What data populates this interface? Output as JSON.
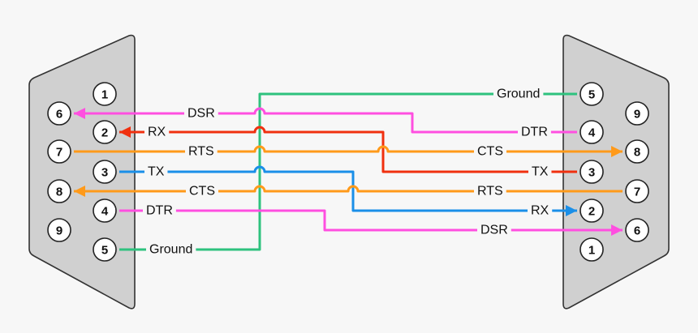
{
  "colors": {
    "background": "#f7f7f7",
    "connector_fill": "#d0d0d0",
    "connector_stroke": "#333333",
    "ground": "#2ec27e",
    "dsr_dtr": "#ff4fe0",
    "rx_tx": "#f0300f",
    "rts_cts": "#ff9a1a",
    "tx_rx": "#1a8fe8"
  },
  "left_connector": {
    "pins": [
      "1",
      "2",
      "3",
      "4",
      "5",
      "6",
      "7",
      "8",
      "9"
    ]
  },
  "right_connector": {
    "pins": [
      "1",
      "2",
      "3",
      "4",
      "5",
      "6",
      "7",
      "8",
      "9"
    ]
  },
  "wires": [
    {
      "id": "ground",
      "left_pin": "5",
      "left_label": "Ground",
      "right_pin": "5",
      "right_label": "Ground",
      "color": "ground"
    },
    {
      "id": "dsr-dtr",
      "left_pin": "6",
      "left_label": "DSR",
      "right_pin": "4",
      "right_label": "DTR",
      "color": "dsr_dtr"
    },
    {
      "id": "rx-tx",
      "left_pin": "2",
      "left_label": "RX",
      "right_pin": "3",
      "right_label": "TX",
      "color": "rx_tx"
    },
    {
      "id": "rts-cts",
      "left_pin": "7",
      "left_label": "RTS",
      "right_pin": "8",
      "right_label": "CTS",
      "color": "rts_cts"
    },
    {
      "id": "tx-rx",
      "left_pin": "3",
      "left_label": "TX",
      "right_pin": "2",
      "right_label": "RX",
      "color": "tx_rx"
    },
    {
      "id": "cts-rts",
      "left_pin": "8",
      "left_label": "CTS",
      "right_pin": "7",
      "right_label": "RTS",
      "color": "rts_cts"
    },
    {
      "id": "dtr-dsr",
      "left_pin": "4",
      "left_label": "DTR",
      "right_pin": "6",
      "right_label": "DSR",
      "color": "dsr_dtr"
    }
  ]
}
